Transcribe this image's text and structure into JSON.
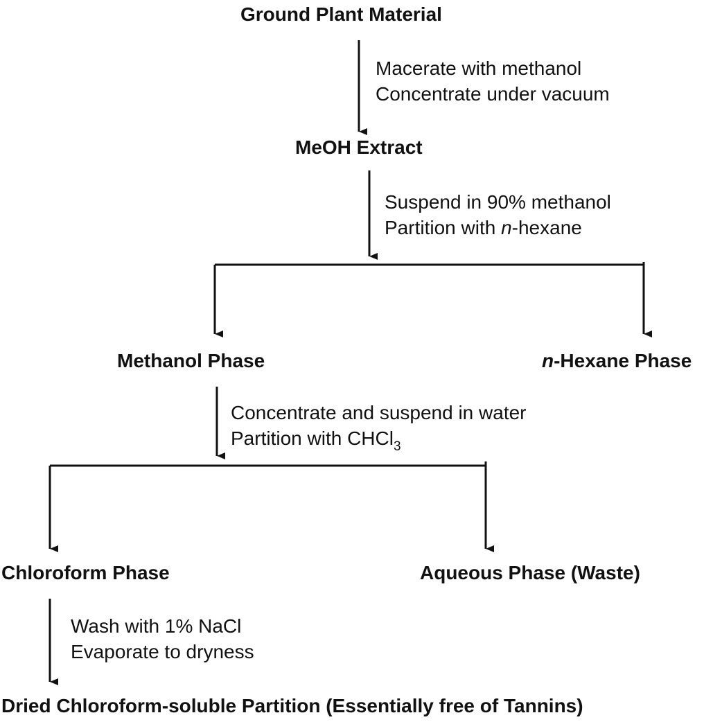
{
  "nodes": {
    "ground": "Ground Plant Material",
    "meoh_extract": "MeOH Extract",
    "methanol_phase": "Methanol Phase",
    "hexane_phase_prefix": "n",
    "hexane_phase_rest": "-Hexane Phase",
    "chloroform_phase": "Chloroform Phase",
    "aqueous_phase": "Aqueous Phase (Waste)",
    "dried_partition": "Dried Chloroform-soluble Partition (Essentially free of Tannins)"
  },
  "steps": {
    "step1": {
      "line1": "Macerate with methanol",
      "line2": "Concentrate under vacuum"
    },
    "step2": {
      "line1": "Suspend in 90% methanol",
      "line2_before": "Partition with ",
      "line2_italic": "n",
      "line2_after": "-hexane"
    },
    "step3": {
      "line1": "Concentrate and suspend in water",
      "line2_before": "Partition with CHCl",
      "line2_sub": "3"
    },
    "step4": {
      "line1": "Wash with 1% NaCl",
      "line2": "Evaporate to dryness"
    }
  }
}
